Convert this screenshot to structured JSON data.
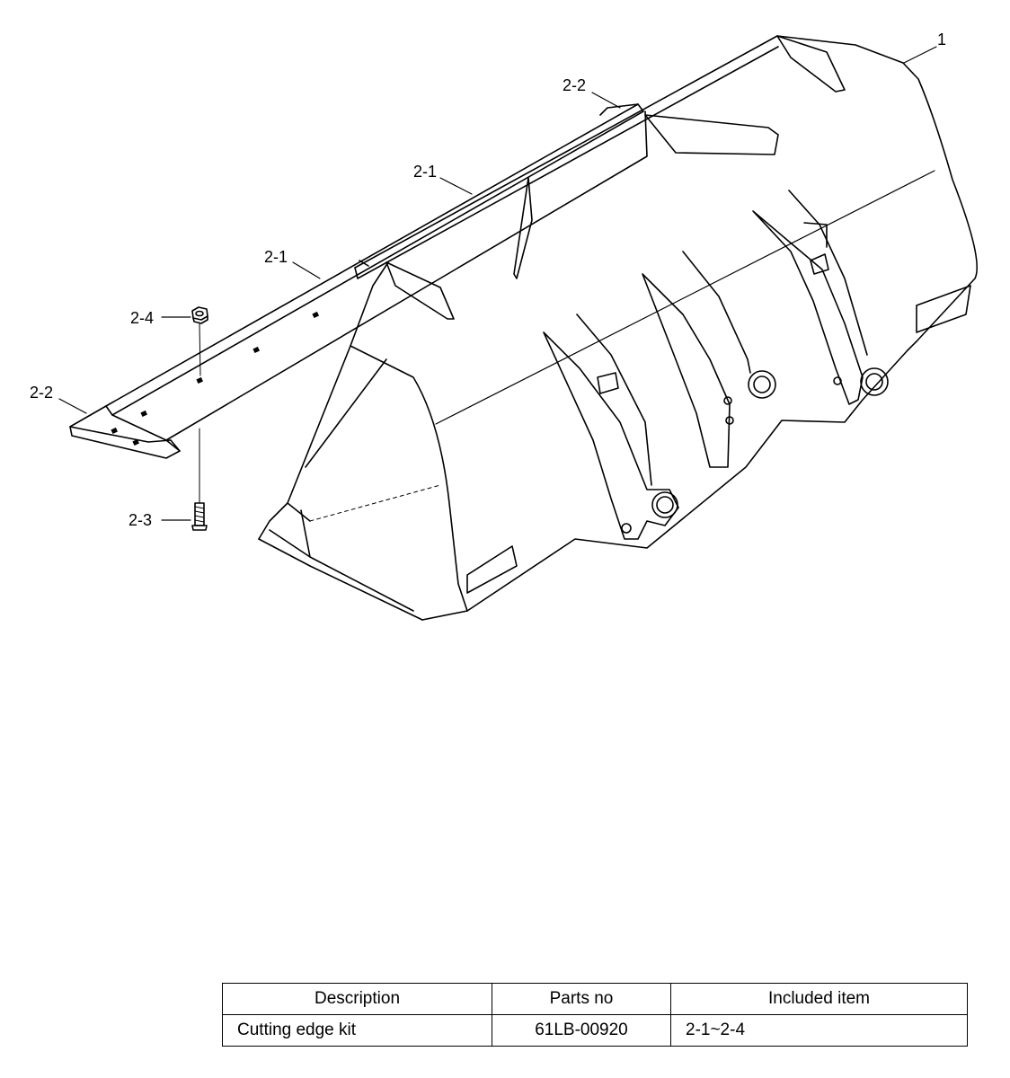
{
  "callouts": {
    "bucket": "1",
    "edge_center_end": "2-2",
    "edge_upper": "2-1",
    "edge_lower": "2-1",
    "nut": "2-4",
    "edge_left_end": "2-2",
    "bolt": "2-3"
  },
  "table": {
    "headers": [
      "Description",
      "Parts no",
      "Included item"
    ],
    "rows": [
      [
        "Cutting edge kit",
        "61LB-00920",
        "2-1~2-4"
      ]
    ]
  }
}
